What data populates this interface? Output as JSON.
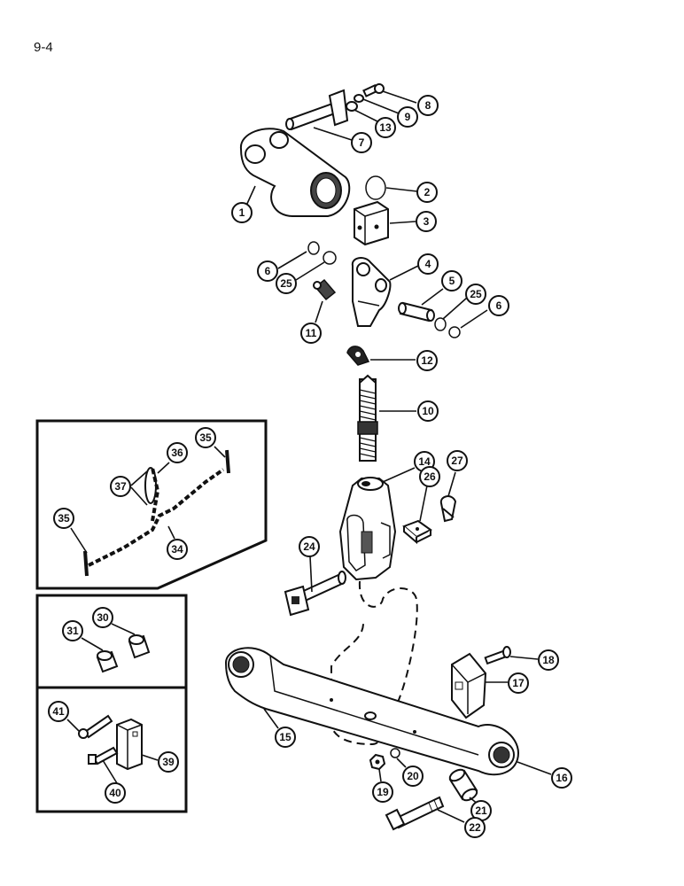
{
  "page": {
    "number": "9-4"
  },
  "callouts": [
    {
      "id": "c8",
      "text": "8"
    },
    {
      "id": "c9",
      "text": "9"
    },
    {
      "id": "c13",
      "text": "13"
    },
    {
      "id": "c7",
      "text": "7"
    },
    {
      "id": "c2",
      "text": "2"
    },
    {
      "id": "c1",
      "text": "1"
    },
    {
      "id": "c3",
      "text": "3"
    },
    {
      "id": "c6a",
      "text": "6"
    },
    {
      "id": "c25a",
      "text": "25"
    },
    {
      "id": "c4",
      "text": "4"
    },
    {
      "id": "c5",
      "text": "5"
    },
    {
      "id": "c25b",
      "text": "25"
    },
    {
      "id": "c6b",
      "text": "6"
    },
    {
      "id": "c11",
      "text": "11"
    },
    {
      "id": "c12",
      "text": "12"
    },
    {
      "id": "c10",
      "text": "10"
    },
    {
      "id": "c14",
      "text": "14"
    },
    {
      "id": "c27",
      "text": "27"
    },
    {
      "id": "c26",
      "text": "26"
    },
    {
      "id": "c24",
      "text": "24"
    },
    {
      "id": "c35a",
      "text": "35"
    },
    {
      "id": "c36",
      "text": "36"
    },
    {
      "id": "c37",
      "text": "37"
    },
    {
      "id": "c35b",
      "text": "35"
    },
    {
      "id": "c34",
      "text": "34"
    },
    {
      "id": "c30",
      "text": "30"
    },
    {
      "id": "c31",
      "text": "31"
    },
    {
      "id": "c41",
      "text": "41"
    },
    {
      "id": "c39",
      "text": "39"
    },
    {
      "id": "c40",
      "text": "40"
    },
    {
      "id": "c18",
      "text": "18"
    },
    {
      "id": "c17",
      "text": "17"
    },
    {
      "id": "c15",
      "text": "15"
    },
    {
      "id": "c16",
      "text": "16"
    },
    {
      "id": "c19",
      "text": "19"
    },
    {
      "id": "c20",
      "text": "20"
    },
    {
      "id": "c21",
      "text": "21"
    },
    {
      "id": "c22",
      "text": "22"
    }
  ]
}
